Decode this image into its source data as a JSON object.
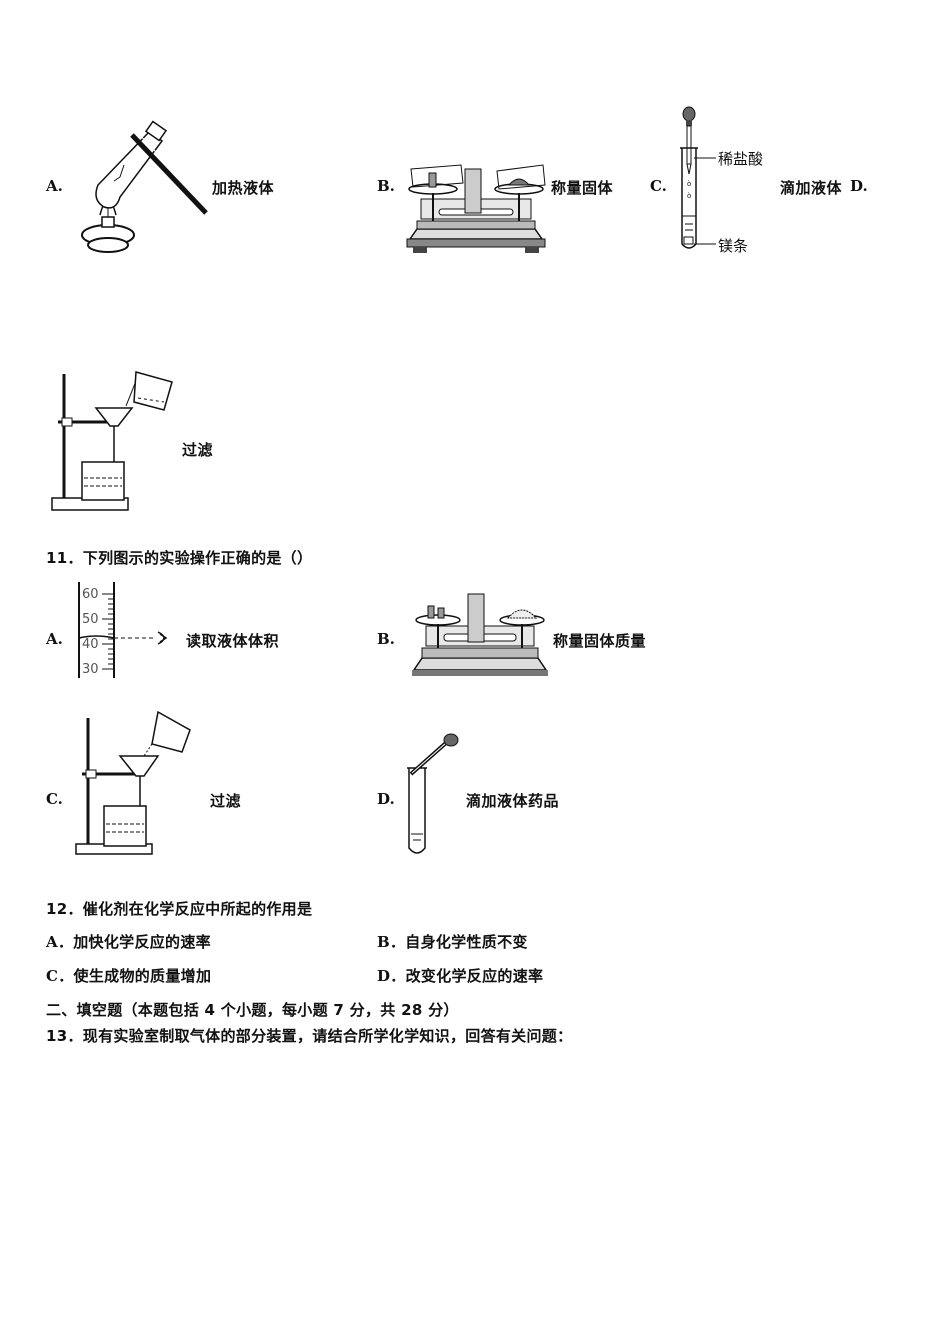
{
  "q10_options": [
    {
      "letter": "A.",
      "caption": "加热液体",
      "figure": "heating-liquid-in-test-tube"
    },
    {
      "letter": "B.",
      "caption": "称量固体",
      "figure": "balance-weighing-solid-on-paper"
    },
    {
      "letter": "C.",
      "caption": "滴加液体",
      "figure": "dropper-into-test-tube",
      "callouts": {
        "top": "稀盐酸",
        "bottom": "镁条"
      }
    },
    {
      "letter": "D.",
      "caption": "过滤",
      "figure": "filtration-setup"
    }
  ],
  "q11": {
    "number": "11．",
    "stem": "下列图示的实验操作正确的是（）",
    "options": [
      {
        "letter": "A.",
        "caption": "读取液体体积",
        "figure": "graduated-cylinder-reading",
        "scale": [
          "60",
          "50",
          "40",
          "30"
        ]
      },
      {
        "letter": "B.",
        "caption": "称量固体质量",
        "figure": "balance-weighing"
      },
      {
        "letter": "C.",
        "caption": "过滤",
        "figure": "filtration-setup"
      },
      {
        "letter": "D.",
        "caption": "滴加液体药品",
        "figure": "dropper-into-test-tube"
      }
    ]
  },
  "q12": {
    "number": "12．",
    "stem": "催化剂在化学反应中所起的作用是",
    "options": [
      {
        "letter": "A．",
        "text": "加快化学反应的速率"
      },
      {
        "letter": "B．",
        "text": "自身化学性质不变"
      },
      {
        "letter": "C．",
        "text": "使生成物的质量增加"
      },
      {
        "letter": "D．",
        "text": "改变化学反应的速率"
      }
    ]
  },
  "section2": {
    "heading": "二、填空题（本题包括 4 个小题，每小题 7 分，共 28 分）"
  },
  "q13": {
    "number": "13．",
    "stem": "现有实验室制取气体的部分装置，请结合所学化学知识，回答有关问题："
  }
}
